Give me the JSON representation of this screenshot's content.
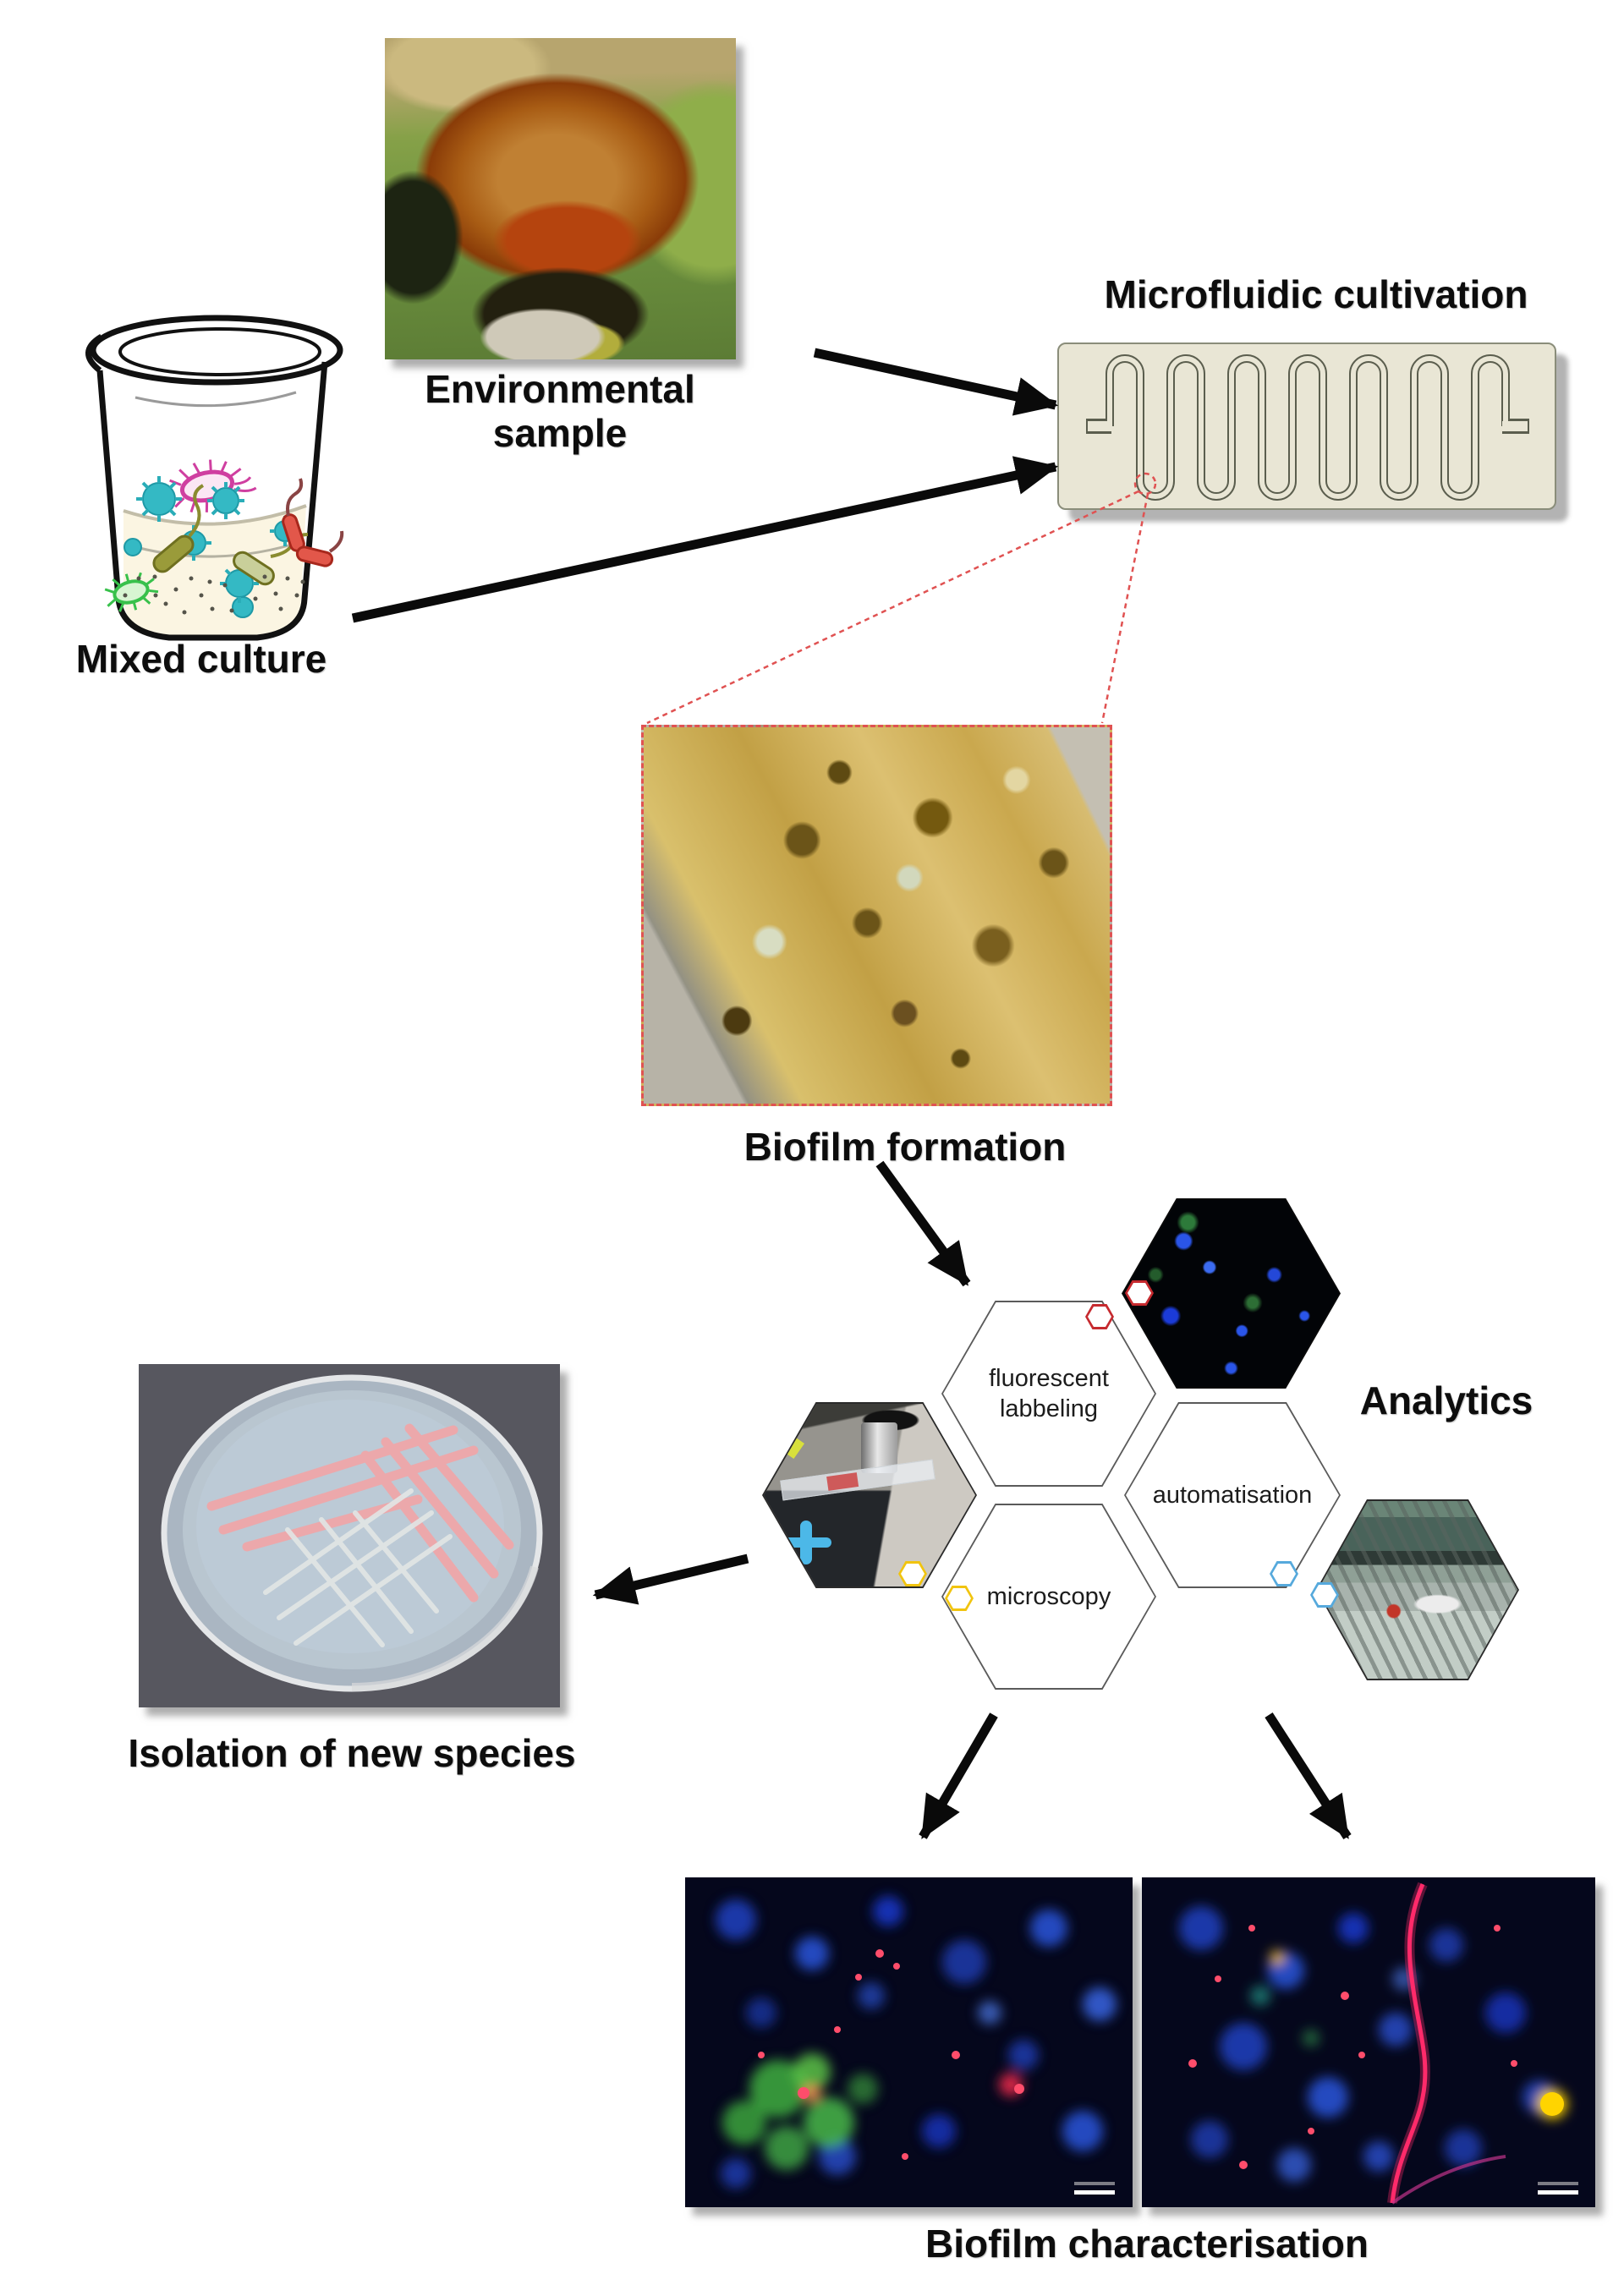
{
  "labels": {
    "mixed_culture": "Mixed culture",
    "environmental_line1": "Environmental",
    "environmental_line2": "sample",
    "microfluidic_cultivation": "Microfluidic cultivation",
    "biofilm_formation": "Biofilm formation",
    "analytics": "Analytics",
    "isolation_new_species": "Isolation of new species",
    "biofilm_characterisation": "Biofilm characterisation"
  },
  "hexagons": {
    "fluorescent_line1": "fluorescent",
    "fluorescent_line2": "labbeling",
    "automatisation": "automatisation",
    "microscopy": "microscopy"
  },
  "icons": {
    "hex_marker_red": "small hexagon outline, crimson",
    "hex_marker_yellow": "small hexagon outline, golden yellow",
    "hex_marker_blue": "small hexagon outline, light blue"
  },
  "colors": {
    "marker_red": "#c62a2f",
    "marker_yellow": "#f1c40f",
    "marker_blue": "#56a9dc",
    "chip_body": "#e9e6d5",
    "dashed_red": "#e05252",
    "arrow_black": "#0a0a0a"
  }
}
